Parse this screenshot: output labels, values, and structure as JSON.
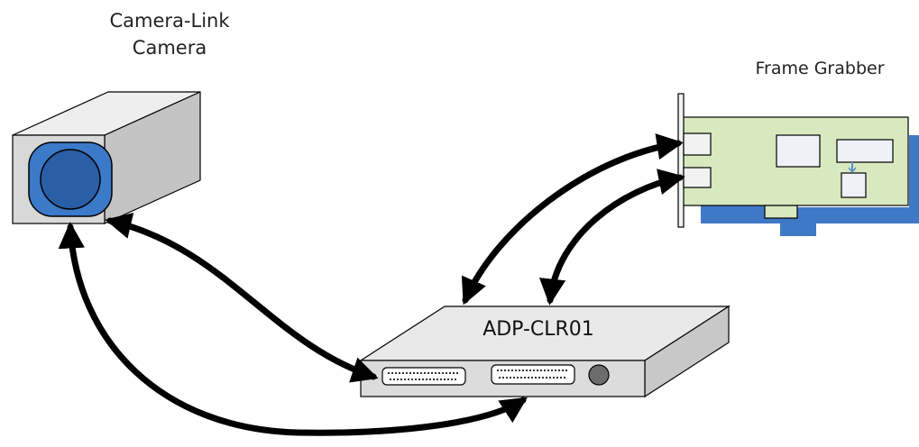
{
  "labels": {
    "camera_line1": "Camera-Link",
    "camera_line2": "Camera",
    "frame_grabber": "Frame Grabber",
    "adapter": "ADP-CLR01"
  },
  "colors": {
    "camera_body": "#d8d8d8",
    "lens_outer": "#3b79c9",
    "lens_inner": "#2a5ea5",
    "card_board": "#d8e8bf",
    "card_shadow": "#3f79c6",
    "chip": "#eef1f8",
    "device_body": "#e4e4e4",
    "arrow": "#000000"
  }
}
